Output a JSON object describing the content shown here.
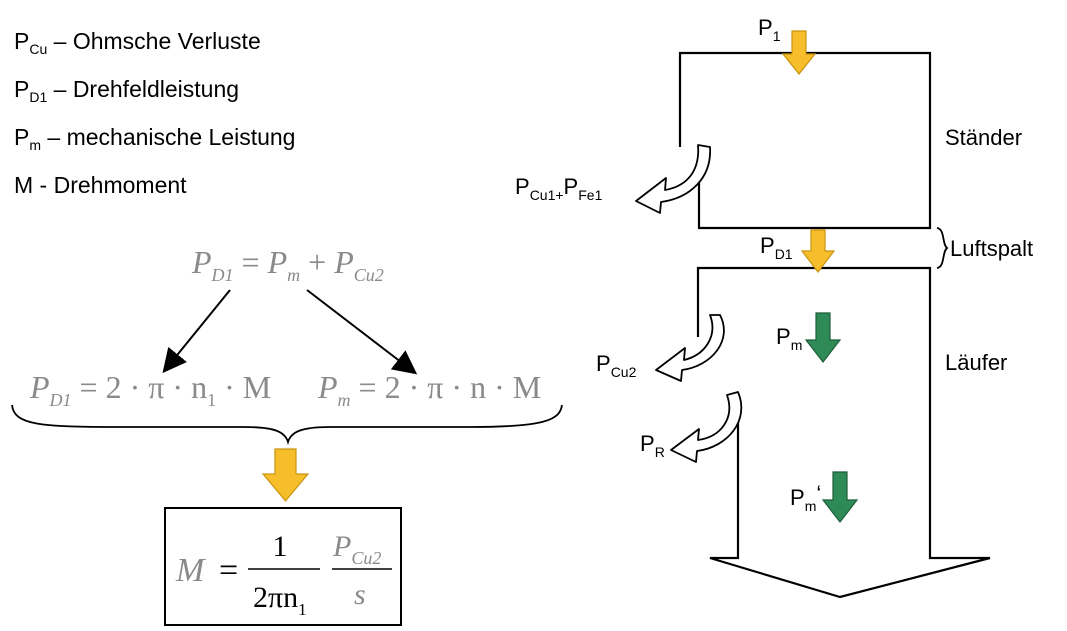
{
  "legend": [
    {
      "sym": "P",
      "sub": "Cu",
      "text": " – Ohmsche Verluste"
    },
    {
      "sym": "P",
      "sub": "D1",
      "text": " – Drehfeldleistung"
    },
    {
      "sym": "P",
      "sub": "m",
      "text": " – mechanische Leistung"
    },
    {
      "sym": "M",
      "sub": "",
      "text": " - Drehmoment"
    }
  ],
  "equations": {
    "top": {
      "lhs_sym": "P",
      "lhs_sub": "D1",
      "eq": " = ",
      "t1_sym": "P",
      "t1_sub": "m",
      "plus": " + ",
      "t2_sym": "P",
      "t2_sub": "Cu2"
    },
    "left": {
      "sym": "P",
      "sub": "D1",
      "rhs": " = 2 · π · n",
      "rhs_sub": "1",
      "tail": " · M"
    },
    "right": {
      "sym": "P",
      "sub": "m",
      "rhs": " = 2 · π · n · M"
    },
    "result": {
      "lhs": "M",
      "eq": "=",
      "num": "1",
      "den": "2πn",
      "den_sub": "1",
      "num2_sym": "P",
      "num2_sub": "Cu2",
      "den2": "s"
    }
  },
  "flow": {
    "p1": {
      "sym": "P",
      "sub": "1"
    },
    "staender": "Ständer",
    "loss1": {
      "sym": "P",
      "sub": "Cu1+",
      "sym2": "P",
      "sub2": "Fe1"
    },
    "luftspalt": "Luftspalt",
    "pd1": {
      "sym": "P",
      "sub": "D1"
    },
    "pm": {
      "sym": "P",
      "sub": "m"
    },
    "laeufer": "Läufer",
    "pcu2": {
      "sym": "P",
      "sub": "Cu2"
    },
    "pr": {
      "sym": "P",
      "sub": "R"
    },
    "pm2": {
      "sym": "P",
      "sub": "m",
      "tick": "‘"
    }
  },
  "colors": {
    "yellow": "#f7be2b",
    "yellow_stroke": "#c9930f",
    "green": "#2e8b57",
    "green_stroke": "#1d5e39",
    "gray_text": "#8a8a8a"
  }
}
